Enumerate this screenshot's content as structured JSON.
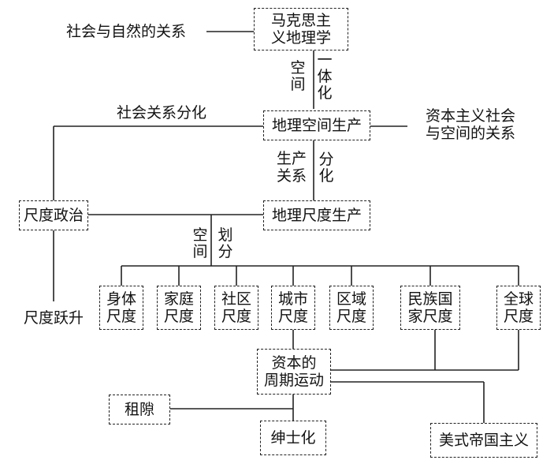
{
  "nodes": {
    "marxist_geography": [
      "马克思主",
      "义地理学"
    ],
    "geo_space_production": [
      "地理空间生产"
    ],
    "geo_scale_production": [
      "地理尺度生产"
    ],
    "scale_politics": [
      "尺度政治"
    ],
    "body_scale": [
      "身体",
      "尺度"
    ],
    "family_scale": [
      "家庭",
      "尺度"
    ],
    "community_scale": [
      "社区",
      "尺度"
    ],
    "city_scale": [
      "城市",
      "尺度"
    ],
    "regional_scale": [
      "区域",
      "尺度"
    ],
    "nation_state_scale": [
      "民族国",
      "家尺度"
    ],
    "global_scale": [
      "全球",
      "尺度"
    ],
    "capital_cycle": [
      "资本的",
      "周期运动"
    ],
    "rent_gap": [
      "租隙"
    ],
    "gentrification": [
      "绅士化"
    ],
    "american_imperialism": [
      "美式帝国主义"
    ]
  },
  "labels": {
    "society_nature": "社会与自然的关系",
    "space": [
      "空",
      "间"
    ],
    "integration": [
      "一",
      "体",
      "化"
    ],
    "social_relation_differentiation": "社会关系分化",
    "capitalist_society_space": [
      "资本主义社会",
      "与空间的关系"
    ],
    "production_relations": [
      "生产",
      "关系"
    ],
    "differentiation": [
      "分",
      "化"
    ],
    "space2": [
      "空",
      "间"
    ],
    "division": [
      "划",
      "分"
    ],
    "scale_jumping": "尺度跃升"
  }
}
